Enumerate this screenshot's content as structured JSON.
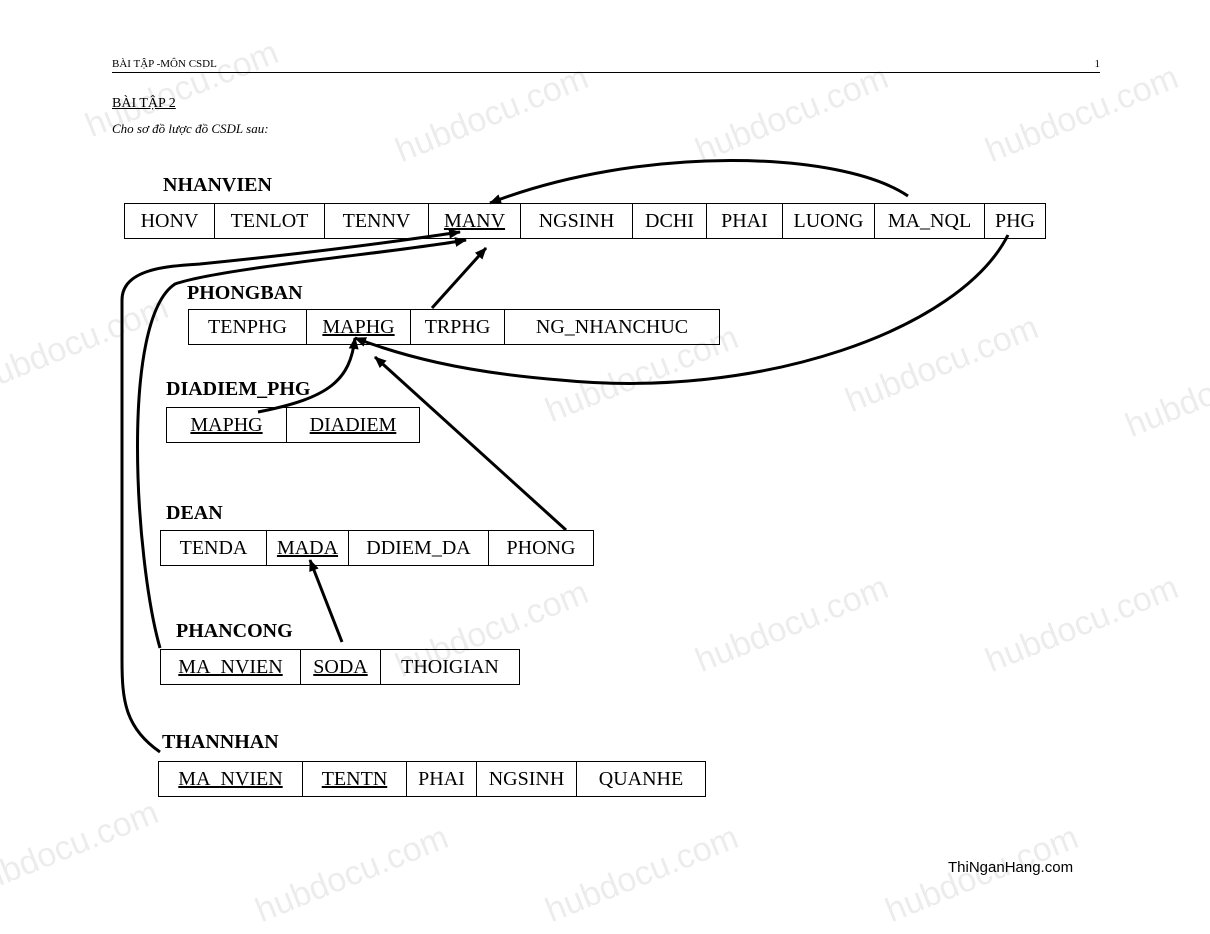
{
  "header": {
    "left": "BÀI TẬP  -MÔN CSDL",
    "page": "1"
  },
  "title": "BÀI TẬP 2",
  "subtitle": "Cho sơ đồ lược đồ CSDL sau:",
  "tables": [
    {
      "name": "NHANVIEN",
      "columns": [
        {
          "label": "HONV",
          "key": false
        },
        {
          "label": "TENLOT",
          "key": false
        },
        {
          "label": "TENNV",
          "key": false
        },
        {
          "label": "MANV",
          "key": true
        },
        {
          "label": "NGSINH",
          "key": false
        },
        {
          "label": "DCHI",
          "key": false
        },
        {
          "label": "PHAI",
          "key": false
        },
        {
          "label": "LUONG",
          "key": false
        },
        {
          "label": "MA_NQL",
          "key": false
        },
        {
          "label": "PHG",
          "key": false
        }
      ]
    },
    {
      "name": "PHONGBAN",
      "columns": [
        {
          "label": "TENPHG",
          "key": false
        },
        {
          "label": "MAPHG",
          "key": true
        },
        {
          "label": "TRPHG",
          "key": false
        },
        {
          "label": "NG_NHANCHUC",
          "key": false
        }
      ]
    },
    {
      "name": "DIADIEM_PHG",
      "columns": [
        {
          "label": "MAPHG",
          "key": true
        },
        {
          "label": "DIADIEM",
          "key": true
        }
      ]
    },
    {
      "name": "DEAN",
      "columns": [
        {
          "label": "TENDA",
          "key": false
        },
        {
          "label": "MADA",
          "key": true
        },
        {
          "label": "DDIEM_DA",
          "key": false
        },
        {
          "label": "PHONG",
          "key": false
        }
      ]
    },
    {
      "name": "PHANCONG",
      "columns": [
        {
          "label": "MA_NVIEN",
          "key": true
        },
        {
          "label": "SODA",
          "key": true
        },
        {
          "label": "THOIGIAN",
          "key": false
        }
      ]
    },
    {
      "name": "THANNHAN",
      "columns": [
        {
          "label": "MA_NVIEN",
          "key": true
        },
        {
          "label": "TENTN",
          "key": true
        },
        {
          "label": "PHAI",
          "key": false
        },
        {
          "label": "NGSINH",
          "key": false
        },
        {
          "label": "QUANHE",
          "key": false
        }
      ]
    }
  ],
  "footer": "ThiNganHang.com",
  "watermark": "hubdocu.com"
}
